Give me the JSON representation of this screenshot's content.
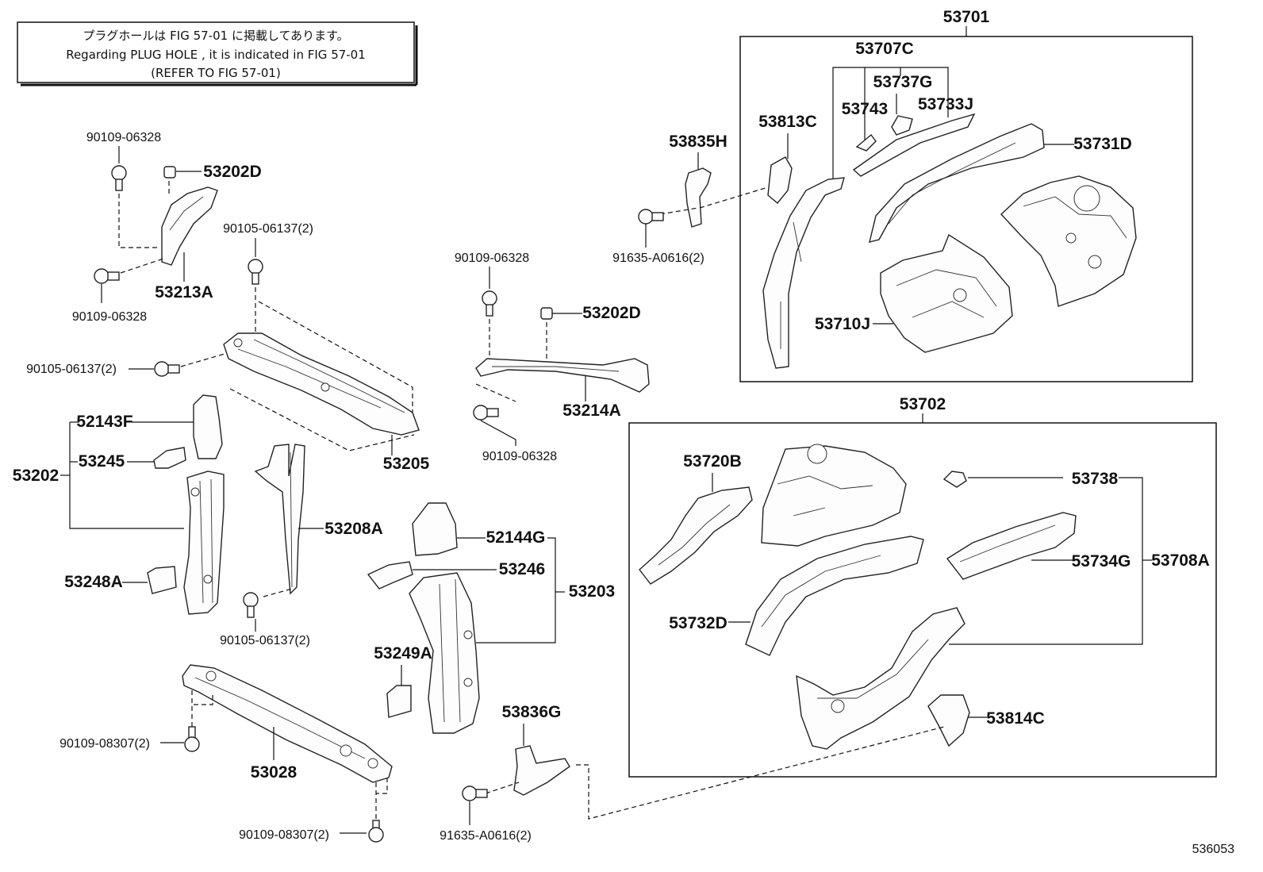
{
  "note": {
    "line1": "プラグホールは FIG 57-01 に掲載してあります。",
    "line2": "Regarding  PLUG  HOLE , it is indicated in FIG 57-01",
    "line3": "(REFER TO FIG 57-01)"
  },
  "figure_id": "536053",
  "groups": {
    "g53701": "53701",
    "g53702": "53702",
    "g53202": "53202",
    "g53203": "53203",
    "g53707C": "53707C",
    "g53708A": "53708A"
  },
  "labels": {
    "p53737G": "53737G",
    "p53743": "53743",
    "p53733J": "53733J",
    "p53813C": "53813C",
    "p53835H": "53835H",
    "p53731D": "53731D",
    "p53710J": "53710J",
    "b91635_top": "91635-A0616(2)",
    "p53720B": "53720B",
    "p53738": "53738",
    "p53734G": "53734G",
    "p53732D": "53732D",
    "p53814C": "53814C",
    "b90109_a": "90109-06328",
    "p53202D_a": "53202D",
    "p53213A": "53213A",
    "b90109_b": "90109-06328",
    "b90105_a": "90105-06137(2)",
    "b90105_b": "90105-06137(2)",
    "p53205": "53205",
    "b90109_c": "90109-06328",
    "p53202D_b": "53202D",
    "p53214A": "53214A",
    "b90109_d": "90109-06328",
    "p52143F": "52143F",
    "p53245": "53245",
    "p53208A": "53208A",
    "p53248A": "53248A",
    "b90105_c": "90105-06137(2)",
    "p52144G": "52144G",
    "p53246": "53246",
    "p53249A": "53249A",
    "p53836G": "53836G",
    "b91635_bot": "91635-A0616(2)",
    "b90109_08307_a": "90109-08307(2)",
    "p53028": "53028",
    "b90109_08307_b": "90109-08307(2)"
  }
}
